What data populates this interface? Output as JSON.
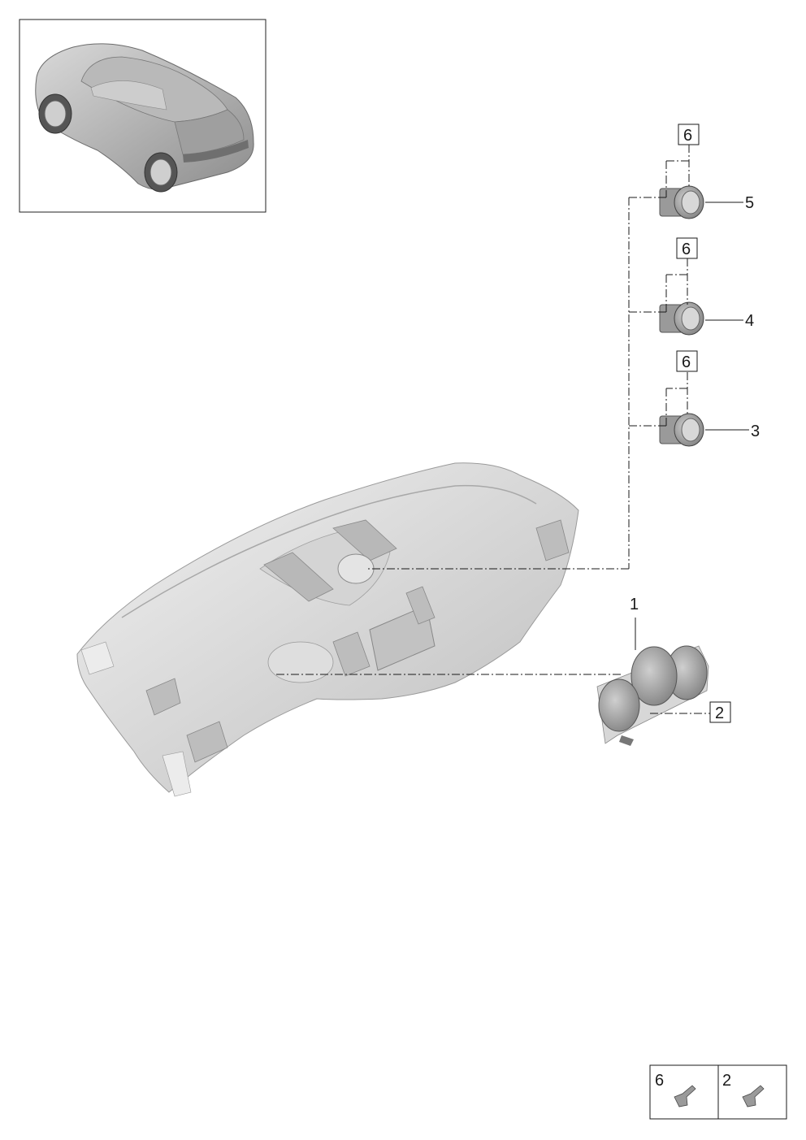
{
  "callouts": {
    "c1": "1",
    "c2": "2",
    "c3": "3",
    "c4": "4",
    "c5": "5",
    "box5": "6",
    "box4": "6",
    "box3": "6"
  },
  "legend": {
    "cell_left": "6",
    "cell_right": "2"
  },
  "colors": {
    "line": "#1a1a1a",
    "part_light": "#e8e8e8",
    "part_mid": "#c9c9c9",
    "part_dark": "#8f8f8f"
  },
  "icons": {
    "car": "car-overview-icon",
    "dashboard": "dashboard-panel-icon",
    "instrument": "instrument-cluster-icon",
    "gauge": "round-gauge-icon",
    "screw": "screw-icon"
  }
}
